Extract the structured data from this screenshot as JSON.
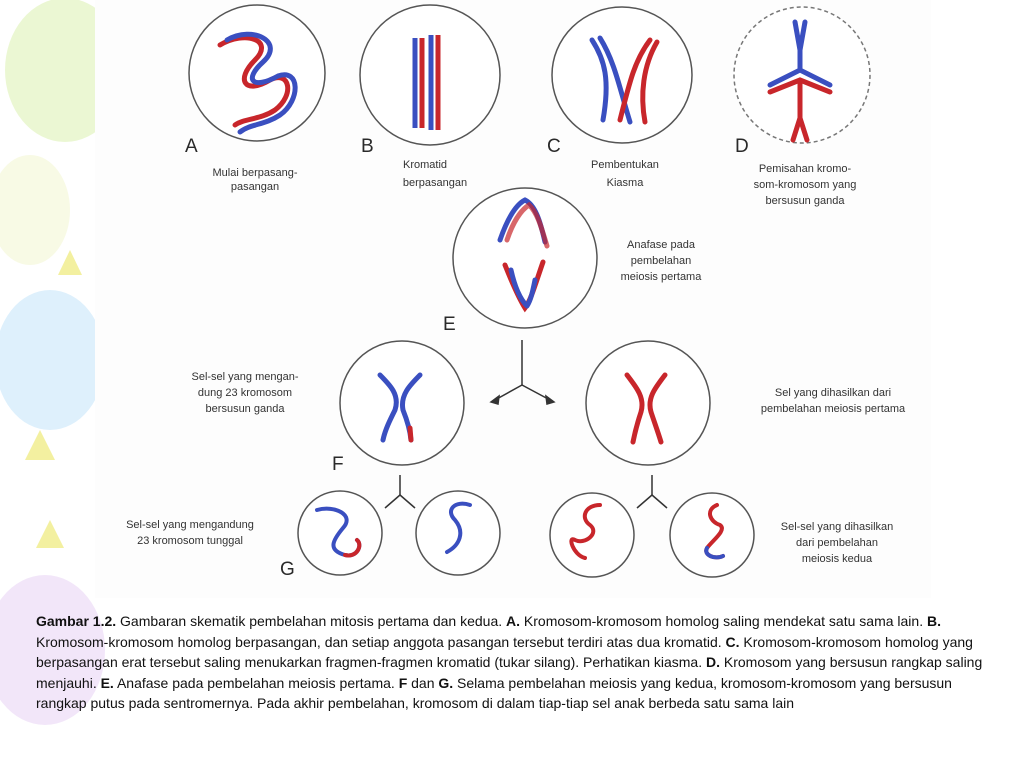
{
  "cells": [
    {
      "letter": "A",
      "caption": [
        "Mulai berpasang-",
        "pasangan"
      ]
    },
    {
      "letter": "B",
      "caption": [
        "Kromatid",
        "berpasangan"
      ]
    },
    {
      "letter": "C",
      "caption": [
        "Pembentukan",
        "Kiasma"
      ]
    },
    {
      "letter": "D",
      "caption": [
        "Pemisahan kromo-",
        "som-kromosom yang",
        "bersusun ganda"
      ]
    },
    {
      "letter": "E",
      "caption": [
        "Anafase pada",
        "pembelahan",
        "meiosis pertama"
      ]
    },
    {
      "letter": "F",
      "caption": [
        "Sel-sel yang mengan-",
        "dung 23 kromosom",
        "bersusun ganda"
      ]
    },
    {
      "letter": "G",
      "caption": [
        "Sel-sel yang mengandung",
        "23 kromosom tunggal"
      ]
    }
  ],
  "right_captions": {
    "first": [
      "Sel yang dihasilkan dari",
      "pembelahan meiosis pertama"
    ],
    "second": [
      "Sel-sel yang dihasilkan",
      "dari pembelahan",
      "meiosis kedua"
    ]
  },
  "colors": {
    "red": "#c8262b",
    "blue": "#3a4fc0",
    "cell": "#555555"
  },
  "caption": {
    "parts": [
      {
        "bold": true,
        "text": "Gambar 1.2."
      },
      {
        "bold": false,
        "text": " Gambaran skematik pembelahan mitosis pertama dan kedua. "
      },
      {
        "bold": true,
        "text": "A."
      },
      {
        "bold": false,
        "text": " Kromosom-kromosom homolog saling mendekat satu sama lain. "
      },
      {
        "bold": true,
        "text": "B."
      },
      {
        "bold": false,
        "text": " Kromosom-kromosom homolog berpasangan, dan setiap anggota pasangan tersebut terdiri atas dua kromatid. "
      },
      {
        "bold": true,
        "text": "C."
      },
      {
        "bold": false,
        "text": " Kromosom-kromosom homolog yang berpasangan erat tersebut saling menukarkan fragmen-fragmen kromatid (tukar silang). Perhatikan kiasma. "
      },
      {
        "bold": true,
        "text": "D."
      },
      {
        "bold": false,
        "text": " Kromosom yang bersusun rangkap saling menjauhi. "
      },
      {
        "bold": true,
        "text": "E."
      },
      {
        "bold": false,
        "text": " Anafase pada pembelahan meiosis pertama. "
      },
      {
        "bold": true,
        "text": "F"
      },
      {
        "bold": false,
        "text": " dan "
      },
      {
        "bold": true,
        "text": "G."
      },
      {
        "bold": false,
        "text": " Selama pembelahan meiosis yang kedua, kromosom-kromosom yang bersusun rangkap putus pada sentromernya. Pada akhir pembelahan, kromosom di dalam tiap-tiap sel anak berbeda satu sama lain"
      }
    ]
  }
}
